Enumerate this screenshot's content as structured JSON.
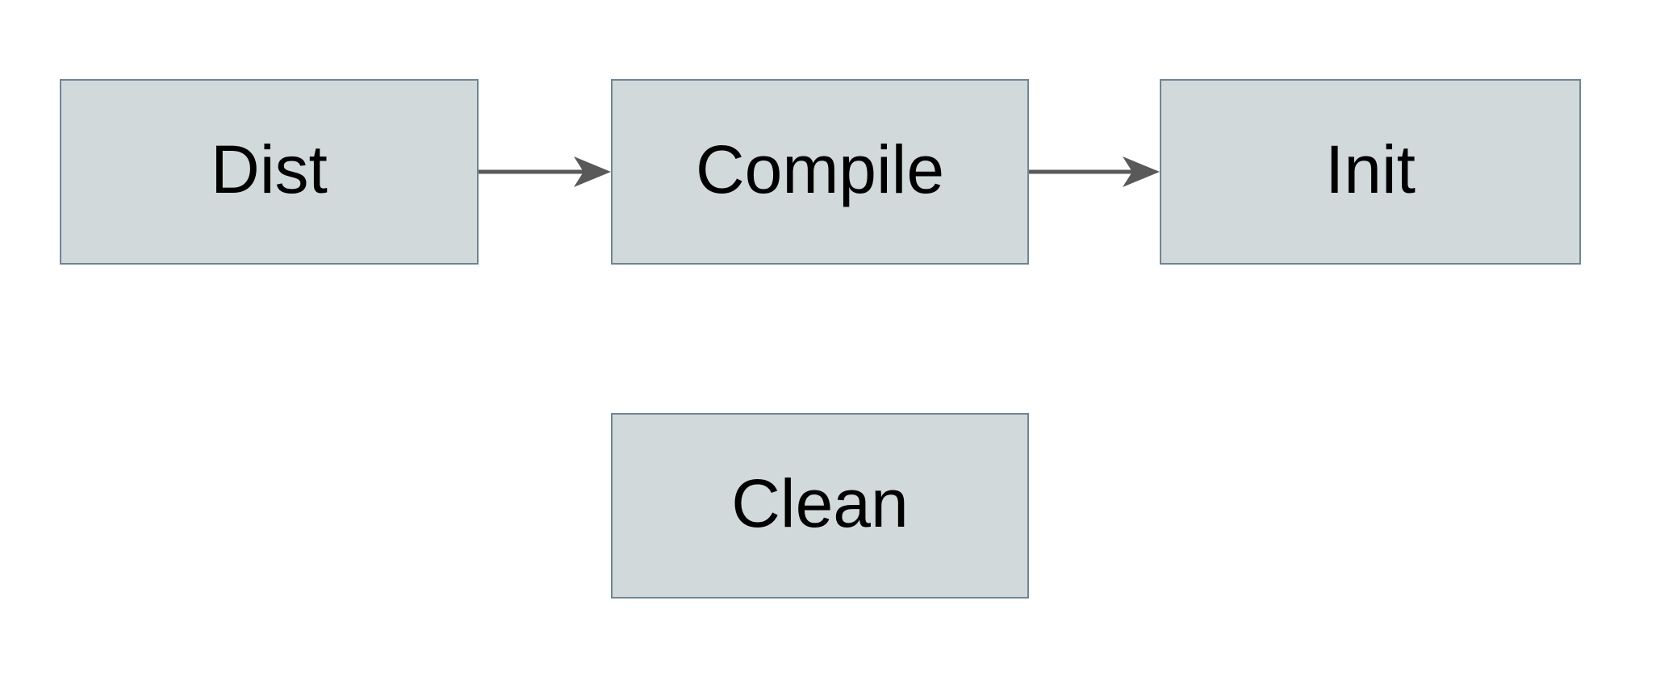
{
  "diagram": {
    "nodes": [
      {
        "id": "dist",
        "label": "Dist"
      },
      {
        "id": "compile",
        "label": "Compile"
      },
      {
        "id": "init",
        "label": "Init"
      },
      {
        "id": "clean",
        "label": "Clean"
      }
    ],
    "edges": [
      {
        "from": "dist",
        "to": "compile",
        "direction": "right"
      },
      {
        "from": "compile",
        "to": "init",
        "direction": "right"
      }
    ],
    "colors": {
      "background": "#ffffff",
      "node_fill": "#d2d9db",
      "node_border": "#6e8694",
      "arrow": "#595959",
      "text": "#000000"
    }
  }
}
